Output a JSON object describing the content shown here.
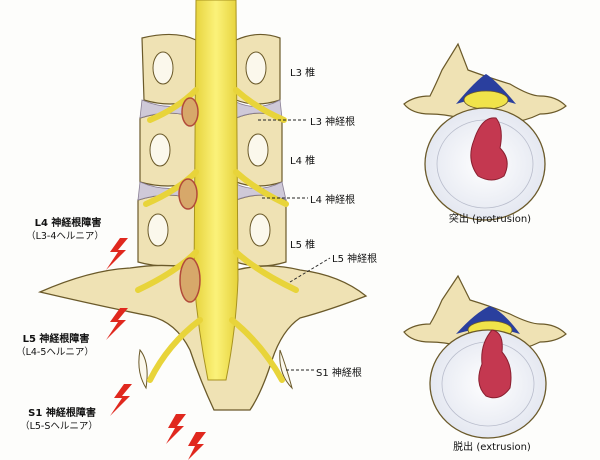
{
  "spine_labels": {
    "l3_vertebra": "L3 椎",
    "l3_nerve_root": "L3 神経根",
    "l4_vertebra": "L4 椎",
    "l4_nerve_root": "L4 神経根",
    "l5_vertebra": "L5 椎",
    "l5_nerve_root": "L5 神経根",
    "s1_nerve_root": "S1 神経根"
  },
  "disorders": [
    {
      "title": "L4 神経根障害",
      "detail": "（L3-4ヘルニア）"
    },
    {
      "title": "L5 神経根障害",
      "detail": "（L4-5ヘルニア）"
    },
    {
      "title": "S1 神経根障害",
      "detail": "（L5-Sヘルニア）"
    }
  ],
  "herniation_types": {
    "protrusion": "突出 (protrusion)",
    "extrusion": "脱出 (extrusion)"
  },
  "colors": {
    "bone": "#efe2b4",
    "bone_outline": "#6b5a2a",
    "nerve": "#f0e34a",
    "disc": "#f4f6fb",
    "hernia": "#c43850",
    "ligament": "#2a3f9e",
    "pain_bolt": "#e0281e"
  },
  "icons": {
    "pain": "lightning-bolt-icon"
  }
}
